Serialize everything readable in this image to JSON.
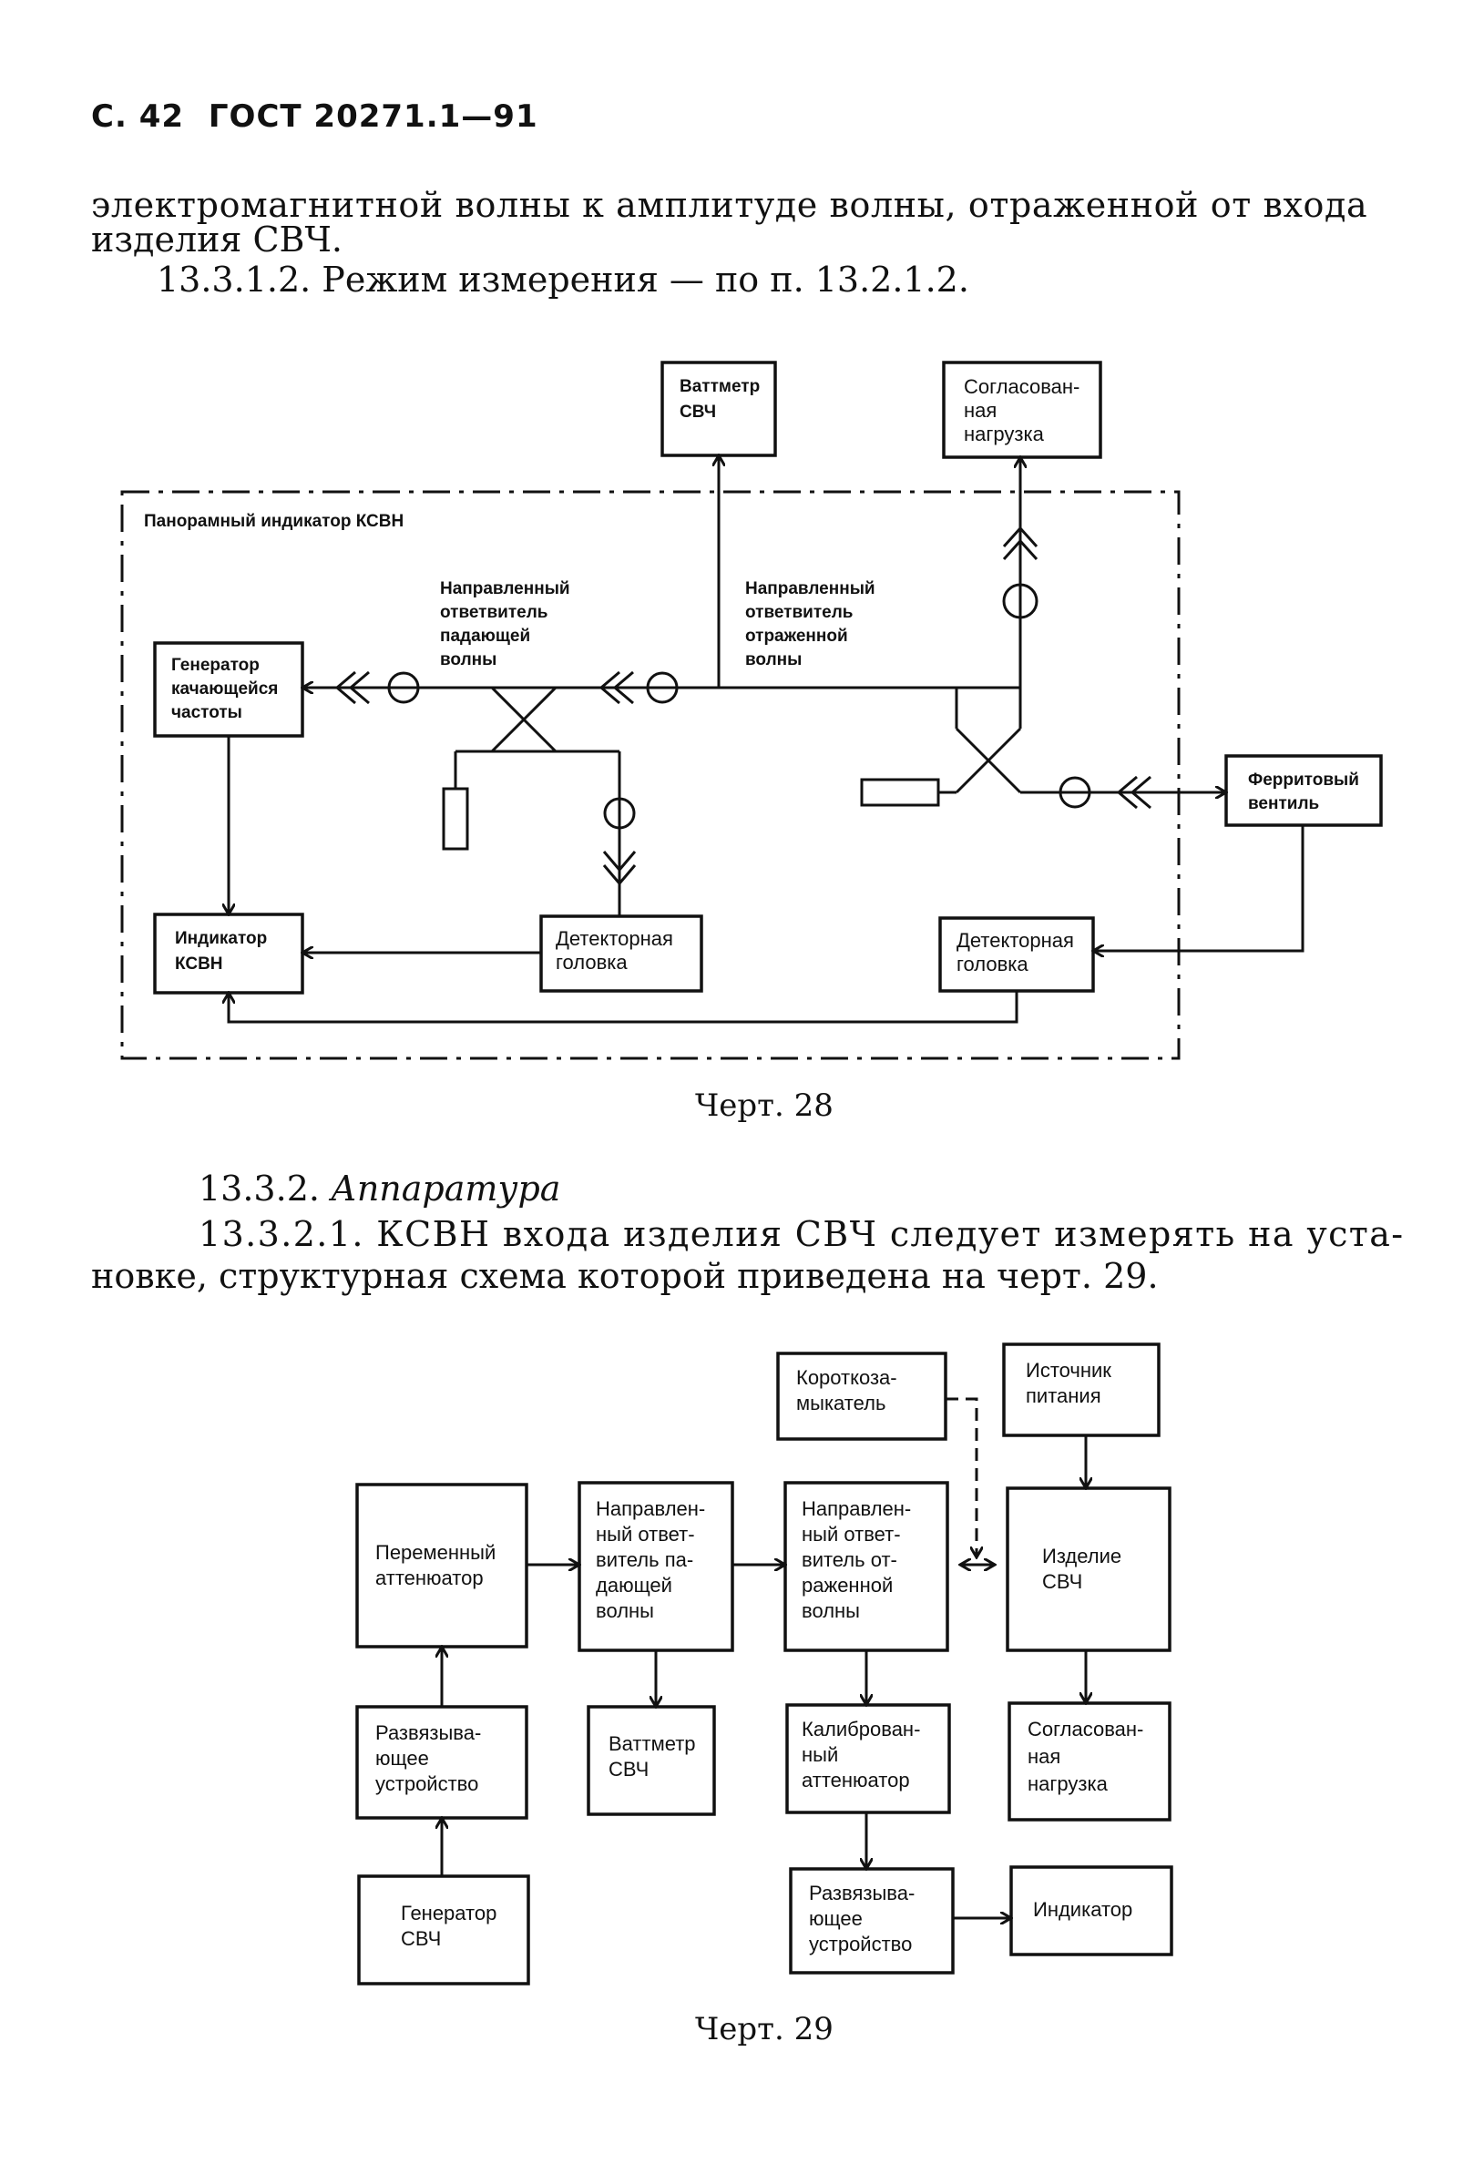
{
  "header": {
    "page": "С. 42",
    "standard": "ГОСТ 20271.1—91"
  },
  "text": {
    "line1": "электромагнитной волны к амплитуде волны, отраженной от входа",
    "line2": "изделия СВЧ.",
    "line3": "13.3.1.2. Режим измерения — по п. 13.2.1.2.",
    "section": "13.3.2.",
    "section_title": "Аппаратура",
    "para_line1": "13.3.2.1. КСВН входа изделия СВЧ следует измерять на уста-",
    "para_line2": "новке, структурная схема которой приведена на черт. 29."
  },
  "figure28": {
    "caption": "Черт. 28",
    "panoramic": "Панорамный индикатор КСВН",
    "wattmeter": [
      "Ваттметр",
      "СВЧ"
    ],
    "matched_load": [
      "Согласован-",
      "ная",
      "нагрузка"
    ],
    "coupler_incident": [
      "Направленный",
      "ответвитель",
      "падающей",
      "волны"
    ],
    "coupler_reflected": [
      "Направленный",
      "ответвитель",
      "отраженной",
      "волны"
    ],
    "generator": [
      "Генератор",
      "качающейся",
      "частоты"
    ],
    "ferrite": [
      "Ферритовый",
      "вентиль"
    ],
    "indicator": [
      "Индикатор",
      "КСВН"
    ],
    "detector_left": [
      "Детекторная",
      "головка"
    ],
    "detector_right": [
      "Детекторная",
      "головка"
    ]
  },
  "figure29": {
    "caption": "Черт. 29",
    "short_circuit": [
      "Короткоза-",
      "мыкатель"
    ],
    "power_source": [
      "Источник",
      "питания"
    ],
    "variable_attenuator": [
      "Переменный",
      "аттенюатор"
    ],
    "coupler_incident": [
      "Направлен-",
      "ный ответ-",
      "витель па-",
      "дающей",
      "волны"
    ],
    "coupler_reflected": [
      "Направлен-",
      "ный ответ-",
      "витель от-",
      "раженной",
      "волны"
    ],
    "dut": [
      "Изделие",
      "СВЧ"
    ],
    "isolator_top": [
      "Развязыва-",
      "ющее",
      "устройство"
    ],
    "wattmeter": [
      "Ваттметр",
      "СВЧ"
    ],
    "calibrated_attenuator": [
      "Калиброван-",
      "ный",
      "аттенюатор"
    ],
    "matched_load": [
      "Согласован-",
      "ная",
      "нагрузка"
    ],
    "generator": [
      "Генератор",
      "СВЧ"
    ],
    "isolator_bottom": [
      "Развязыва-",
      "ющее",
      "устройство"
    ],
    "indicator": [
      "Индикатор"
    ]
  }
}
